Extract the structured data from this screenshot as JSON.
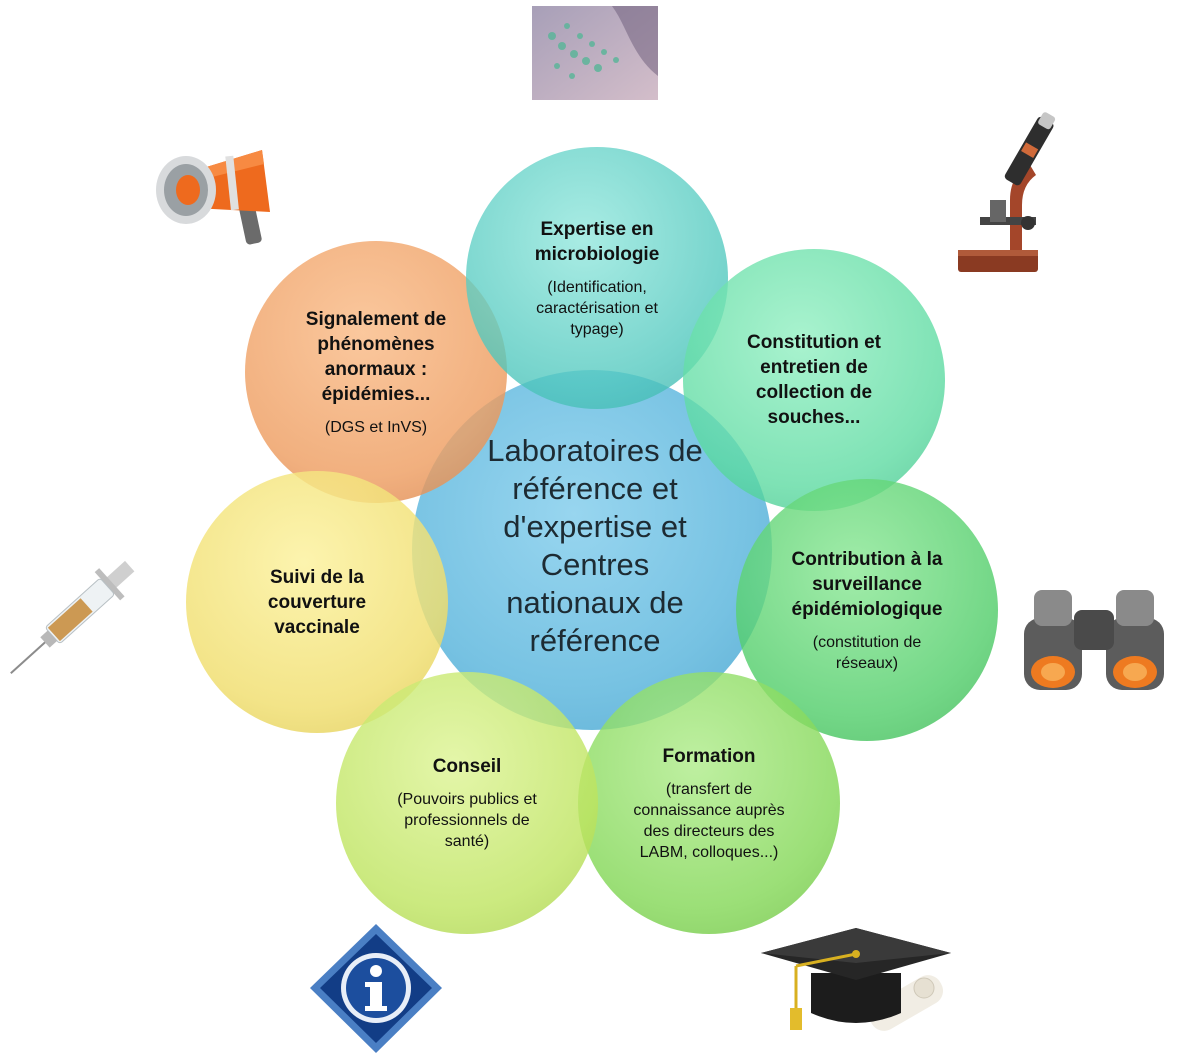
{
  "center": {
    "label": "Laboratoires de\nréférence et\nd'expertise et\nCentres\nnationaux de\nréférence"
  },
  "petals": [
    {
      "id": "expertise",
      "title": "Expertise en\nmicrobiologie",
      "subtitle": "(Identification,\ncaractérisation et\ntypage)",
      "color": "#5fd0c8"
    },
    {
      "id": "collection",
      "title": "Constitution et\nentretien de\ncollection de\nsouches...",
      "subtitle": "",
      "color": "#64dca4"
    },
    {
      "id": "surveillance",
      "title": "Contribution à la\nsurveillance\népidémiologique",
      "subtitle": "(constitution de\nréseaux)",
      "color": "#5cd070"
    },
    {
      "id": "formation",
      "title": "Formation",
      "subtitle": "(transfert de\nconnaissance auprès\ndes directeurs des\nLABM, colloques...)",
      "color": "#8cdc5c"
    },
    {
      "id": "conseil",
      "title": "Conseil",
      "subtitle": "(Pouvoirs publics et\nprofessionnels de\nsanté)",
      "color": "#c0e460"
    },
    {
      "id": "vaccinal",
      "title": "Suivi de la\ncouverture\nvaccinale",
      "subtitle": "",
      "color": "#efe072"
    },
    {
      "id": "signalement",
      "title": "Signalement de\nphénomènes\nanormaux :\népidémies...",
      "subtitle": "(DGS et InVS)",
      "color": "#ee9e62"
    }
  ],
  "colors": {
    "center": "#6bbde0"
  },
  "icons": [
    "microbe-image-icon",
    "microscope-icon",
    "binoculars-icon",
    "graduation-cap-icon",
    "info-icon",
    "syringe-icon",
    "megaphone-icon"
  ]
}
